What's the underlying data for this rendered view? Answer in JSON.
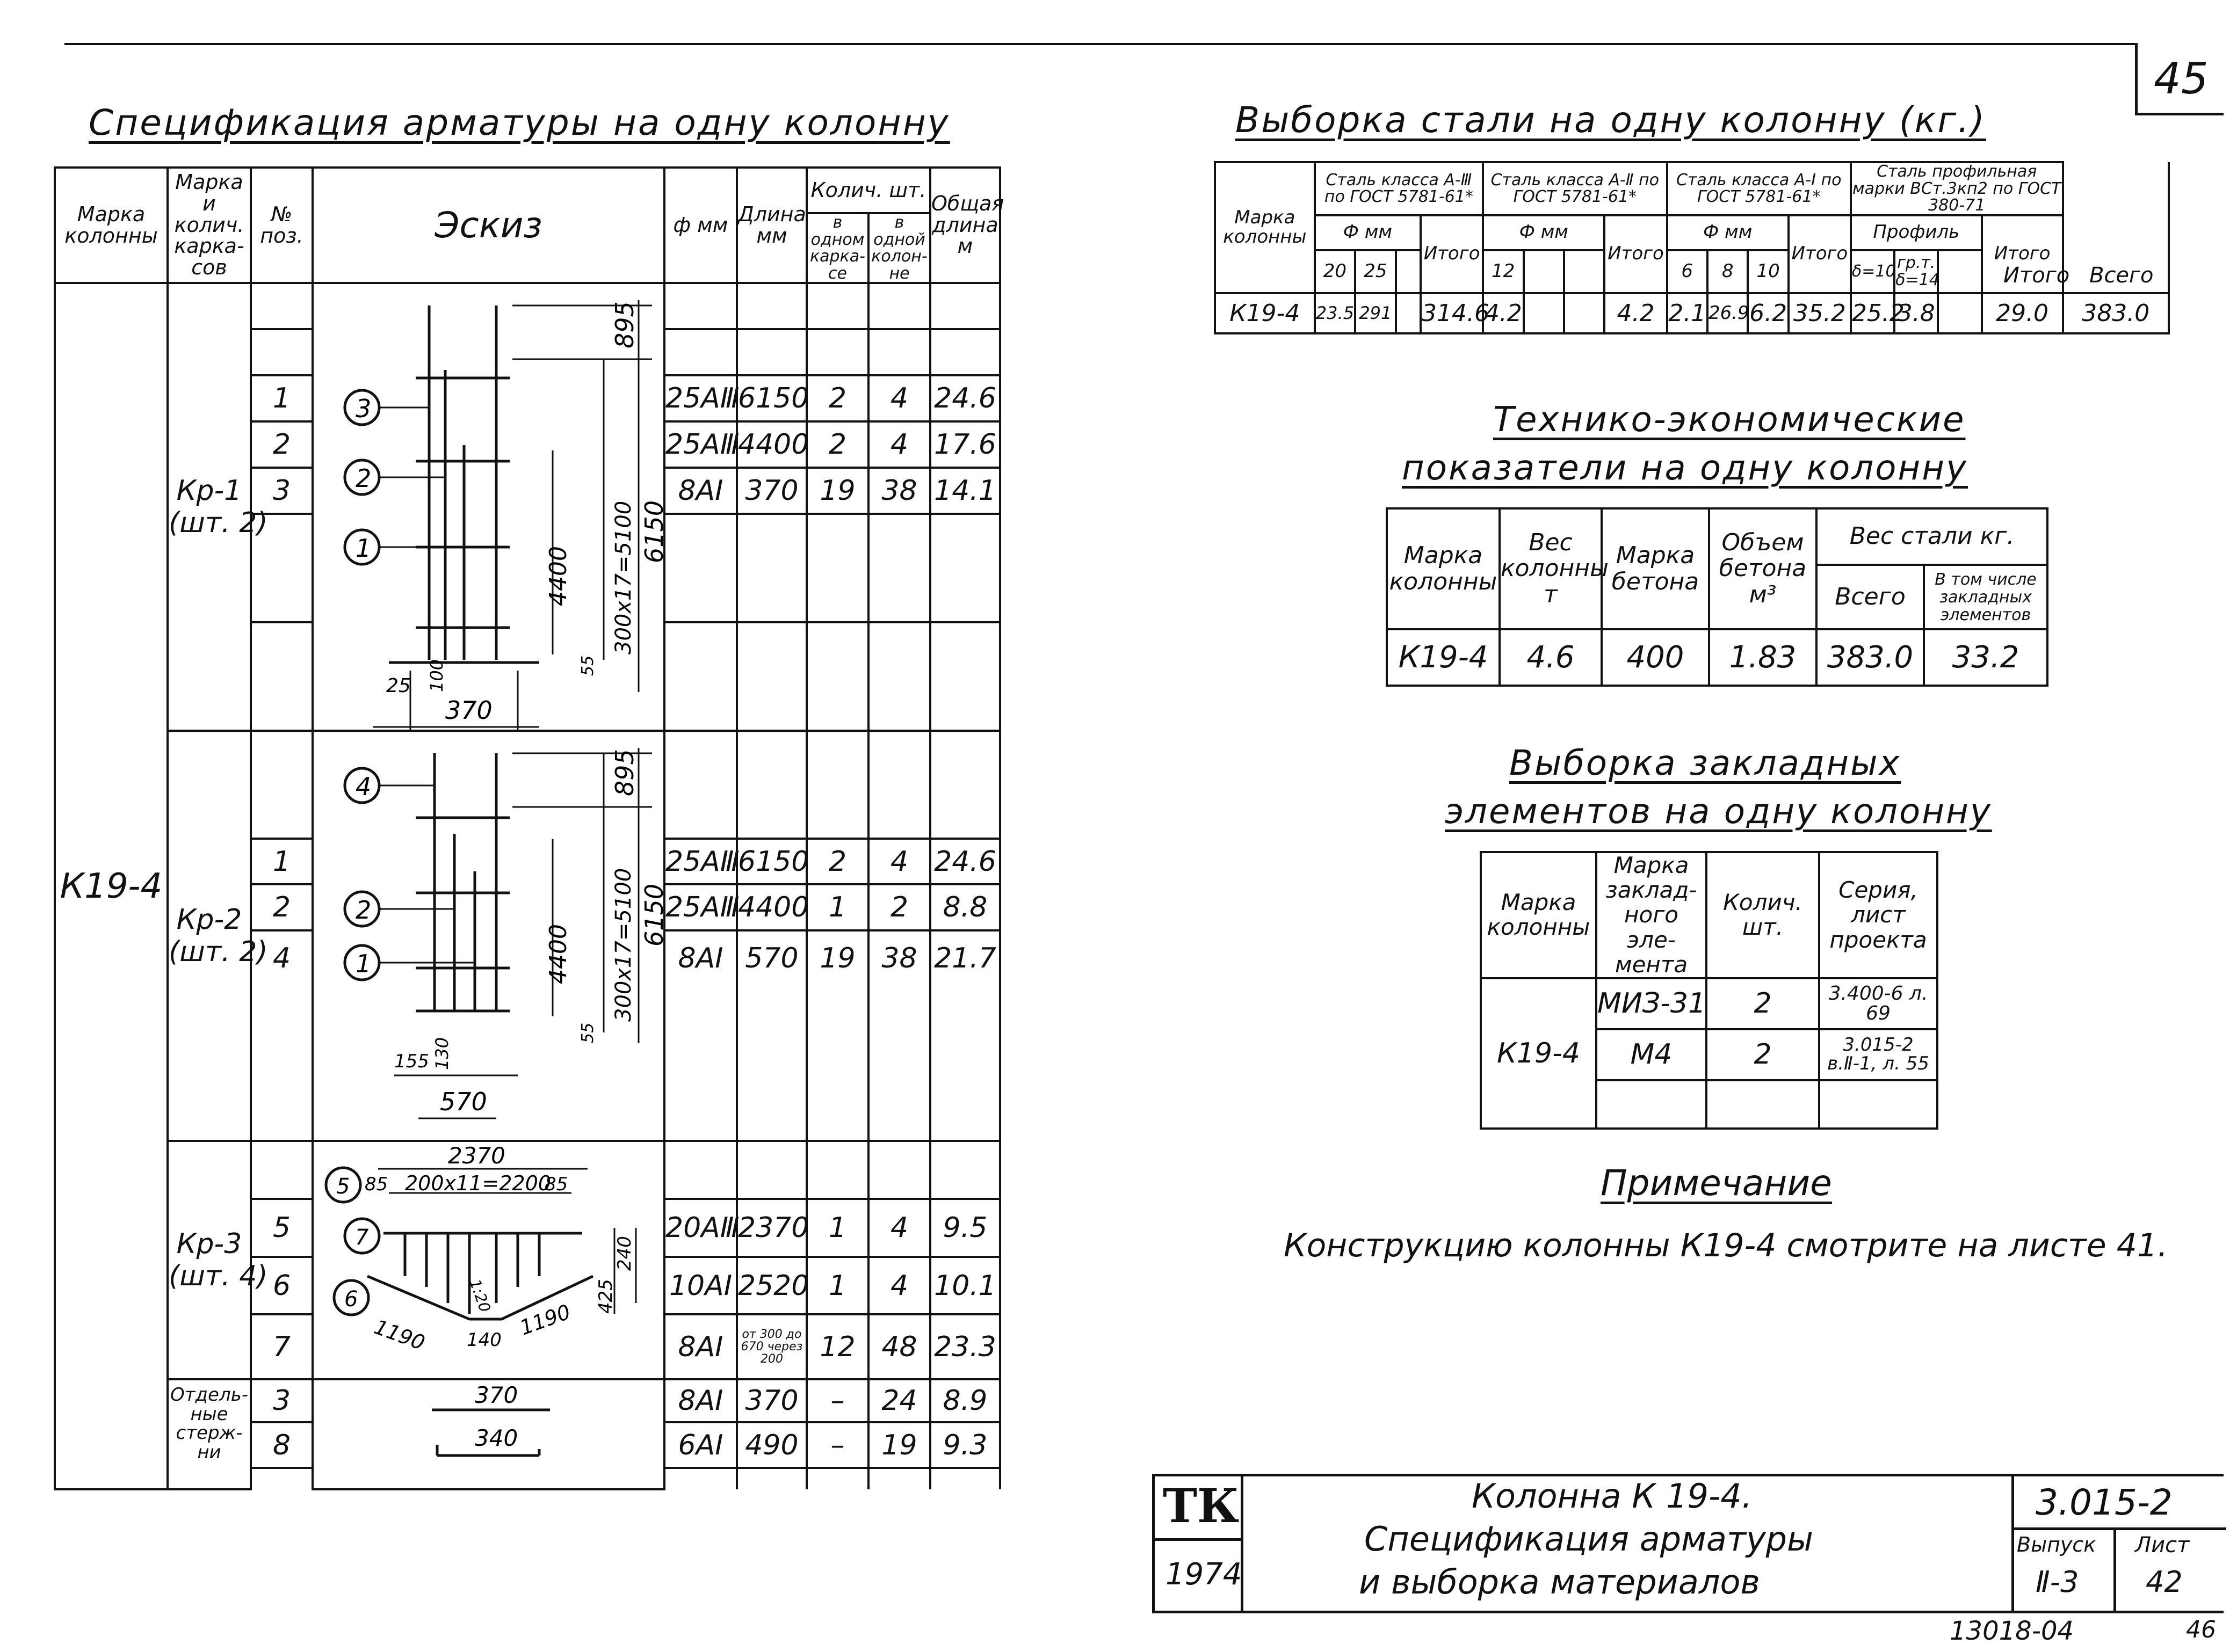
{
  "sheet_number": "45",
  "spec": {
    "title": "Спецификация арматуры на одну колонну",
    "headers": {
      "col_mark": "Марка колонны",
      "frame_mark": "Марка и колич. карка- сов",
      "pos": "№ поз.",
      "sketch": "Эскиз",
      "dia": "ф мм",
      "length": "Длина мм",
      "qty": "Колич. шт.",
      "qty_frame": "в одном карка- се",
      "qty_col": "в одной колон- не",
      "total_len": "Общая длина м"
    },
    "column_mark": "К19-4",
    "groups": [
      {
        "mark": "Кр-1",
        "count": "(шт. 2)",
        "rows": [
          {
            "pos": "1",
            "dia": "25AⅢ",
            "len": "6150",
            "q1": "2",
            "q2": "4",
            "total": "24.6"
          },
          {
            "pos": "2",
            "dia": "25AⅢ",
            "len": "4400",
            "q1": "2",
            "q2": "4",
            "total": "17.6"
          },
          {
            "pos": "3",
            "dia": "8AⅠ",
            "len": "370",
            "q1": "19",
            "q2": "38",
            "total": "14.1"
          }
        ]
      },
      {
        "mark": "Кр-2",
        "count": "(шт. 2)",
        "rows": [
          {
            "pos": "1",
            "dia": "25AⅢ",
            "len": "6150",
            "q1": "2",
            "q2": "4",
            "total": "24.6"
          },
          {
            "pos": "2",
            "dia": "25AⅢ",
            "len": "4400",
            "q1": "1",
            "q2": "2",
            "total": "8.8"
          },
          {
            "pos": "4",
            "dia": "8AⅠ",
            "len": "570",
            "q1": "19",
            "q2": "38",
            "total": "21.7"
          }
        ]
      },
      {
        "mark": "Кр-3",
        "count": "(шт. 4)",
        "rows": [
          {
            "pos": "5",
            "dia": "20AⅢ",
            "len": "2370",
            "q1": "1",
            "q2": "4",
            "total": "9.5"
          },
          {
            "pos": "6",
            "dia": "10AⅠ",
            "len": "2520",
            "q1": "1",
            "q2": "4",
            "total": "10.1"
          },
          {
            "pos": "7",
            "dia": "8AⅠ",
            "len": "от 300 до 670 через 200",
            "q1": "12",
            "q2": "48",
            "total": "23.3"
          }
        ]
      },
      {
        "mark": "Отдель- ные стерж- ни",
        "count": "",
        "rows": [
          {
            "pos": "3",
            "dia": "8AⅠ",
            "len": "370",
            "q1": "–",
            "q2": "24",
            "total": "8.9"
          },
          {
            "pos": "8",
            "dia": "6AⅠ",
            "len": "490",
            "q1": "–",
            "q2": "19",
            "total": "9.3"
          }
        ]
      }
    ],
    "sketch1": {
      "d_895": "895",
      "d_6150": "6150",
      "d_pitch": "300x17=5100",
      "d_4400": "4400",
      "d_100": "100",
      "d_55": "55",
      "d_25": "25",
      "d_370": "370",
      "c1": "1",
      "c2": "2",
      "c3": "3"
    },
    "sketch2": {
      "d_895": "895",
      "d_6150": "6150",
      "d_pitch": "300x17=5100",
      "d_4400": "4400",
      "d_55": "55",
      "d_155": "155",
      "d_130": "130",
      "d_570": "570",
      "c1": "1",
      "c2": "2",
      "c4": "4"
    },
    "sketch3": {
      "d_2370": "2370",
      "d_85": "85",
      "d_pitch": "200x11=2200",
      "d_240": "240",
      "d_425": "425",
      "d_1190": "1190",
      "d_140": "140",
      "c5": "5",
      "c6": "6",
      "c7": "7",
      "slope": "1:20"
    },
    "sketch4": {
      "d_370": "370",
      "d_340": "340"
    }
  },
  "steel": {
    "title": "Выборка стали на одну колонну (кг.)",
    "headers": {
      "mark": "Марка колонны",
      "a3": "Сталь класса А-Ⅲ по ГОСТ 5781-61*",
      "a2": "Сталь класса А-Ⅱ по ГОСТ 5781-61*",
      "a1": "Сталь класса А-Ⅰ по ГОСТ 5781-61*",
      "prof": "Сталь профильная марки ВСт.3кп2 по ГОСТ 380-71",
      "fmm": "Ф мм",
      "profile": "Профиль",
      "itogo": "Итого",
      "vsego": "Всего",
      "d20": "20",
      "d25": "25",
      "d12": "12",
      "d6": "6",
      "d8": "8",
      "d10": "10",
      "p1": "δ=10",
      "p2": "гр.т. δ=14"
    },
    "row": {
      "mark": "К19-4",
      "a3_20": "23.5",
      "a3_25": "291",
      "a3_itogo": "314.6",
      "a2_12": "4.2",
      "a2_itogo": "4.2",
      "a1_6": "2.1",
      "a1_8": "26.9",
      "a1_10": "6.2",
      "a1_itogo": "35.2",
      "p1": "25.2",
      "p2": "3.8",
      "p_itogo": "29.0",
      "vsego": "383.0"
    }
  },
  "tep": {
    "title_line1": "Технико-экономические",
    "title_line2": "показатели на одну колонну",
    "headers": {
      "mark": "Марка колонны",
      "weight": "Вес колонны т",
      "concrete": "Марка бетона",
      "volume": "Объем бетона м³",
      "steel": "Вес стали кг.",
      "total": "Всего",
      "embedded": "В том числе закладных элементов"
    },
    "row": {
      "mark": "К19-4",
      "weight": "4.6",
      "concrete": "400",
      "volume": "1.83",
      "total": "383.0",
      "embedded": "33.2"
    }
  },
  "embedded": {
    "title_line1": "Выборка закладных",
    "title_line2": "элементов на одну колонну",
    "headers": {
      "mark": "Марка колонны",
      "el": "Марка заклад- ного эле- мента",
      "qty": "Колич. шт.",
      "series": "Серия, лист проекта"
    },
    "mark": "К19-4",
    "rows": [
      {
        "el": "МИЗ-31",
        "qty": "2",
        "series": "3.400-6 л. 69"
      },
      {
        "el": "М4",
        "qty": "2",
        "series": "3.015-2 в.Ⅱ-1, л. 55"
      }
    ]
  },
  "note": {
    "title": "Примечание",
    "text": "Конструкцию колонны К19-4 смотрите на листе 41."
  },
  "stamp": {
    "logo": "ТК",
    "year": "1974",
    "title1": "Колонна К 19-4.",
    "title2": "Спецификация арматуры",
    "title3": "и выборка материалов",
    "code": "3.015-2",
    "vypusk_label": "Выпуск",
    "vypusk": "Ⅱ-3",
    "list_label": "Лист",
    "list": "42"
  },
  "footer": {
    "inv": "13018-04",
    "page": "46"
  }
}
